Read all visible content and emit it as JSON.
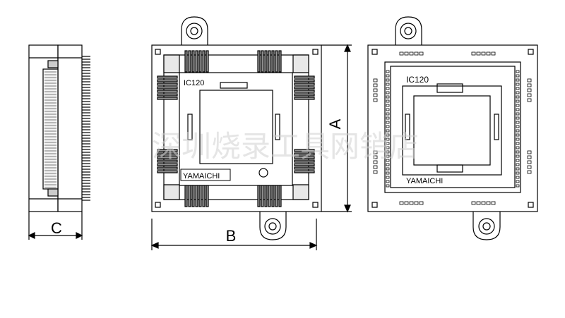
{
  "watermark": "深圳烧录工具网销店",
  "dimensions": {
    "a": "A",
    "b": "B",
    "c": "C"
  },
  "front_view": {
    "model_label": "IC120",
    "brand_label": "YAMAICHI"
  },
  "top_view": {
    "model_label": "IC120",
    "brand_label": "YAMAICHI"
  },
  "colors": {
    "line": "#000000",
    "watermark": "#d0d0d0"
  }
}
